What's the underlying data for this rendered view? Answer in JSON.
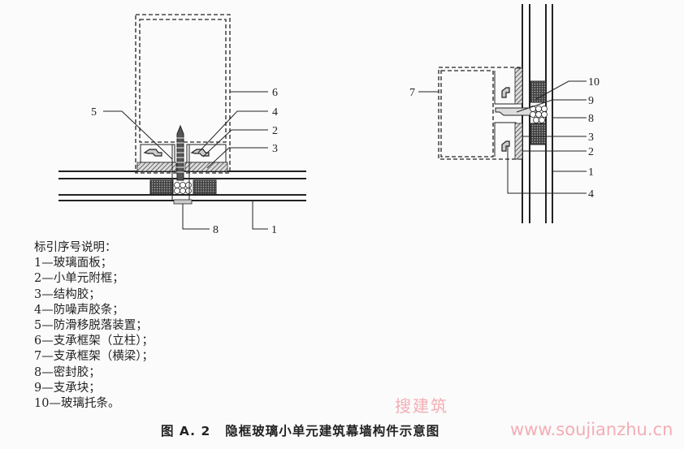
{
  "left_drawing": {
    "callouts": [
      "6",
      "5",
      "4",
      "2",
      "3",
      "8",
      "1"
    ]
  },
  "right_drawing": {
    "callouts": [
      "7",
      "10",
      "9",
      "8",
      "3",
      "2",
      "1",
      "4"
    ]
  },
  "legend": {
    "title": "标引序号说明：",
    "items": [
      "1—玻璃面板；",
      "2—小单元附框；",
      "3—结构胶；",
      "4—防噪声胶条；",
      "5—防滑移脱落装置；",
      "6—支承框架（立柱）；",
      "7—支承框架（横梁）；",
      "8—密封胶；",
      "9—支承块；",
      "10—玻璃托条。"
    ]
  },
  "caption": {
    "number": "图 A. 2",
    "title": "隐框玻璃小单元建筑幕墙构件示意图"
  },
  "watermark": {
    "name": "搜建筑",
    "url": "www.soujianzhu.cn"
  }
}
